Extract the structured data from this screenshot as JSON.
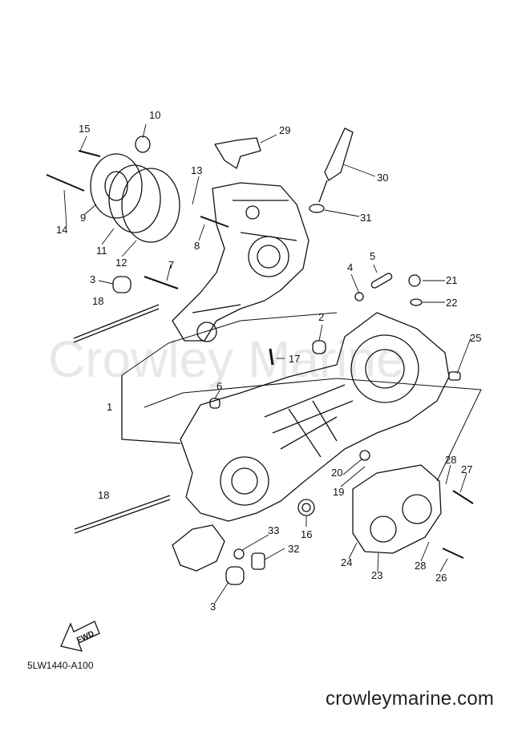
{
  "watermark": "Crowley Marine",
  "diagram_code": "5LW1440-A100",
  "site": "crowleymarine.com",
  "fwd_label": "FWD",
  "callouts": [
    {
      "id": "10"
    },
    {
      "id": "15"
    },
    {
      "id": "29"
    },
    {
      "id": "13"
    },
    {
      "id": "30"
    },
    {
      "id": "14"
    },
    {
      "id": "9"
    },
    {
      "id": "11"
    },
    {
      "id": "12"
    },
    {
      "id": "8"
    },
    {
      "id": "31"
    },
    {
      "id": "7"
    },
    {
      "id": "3"
    },
    {
      "id": "5"
    },
    {
      "id": "4"
    },
    {
      "id": "21"
    },
    {
      "id": "22"
    },
    {
      "id": "18"
    },
    {
      "id": "2"
    },
    {
      "id": "17"
    },
    {
      "id": "25"
    },
    {
      "id": "1"
    },
    {
      "id": "6"
    },
    {
      "id": "20"
    },
    {
      "id": "28"
    },
    {
      "id": "27"
    },
    {
      "id": "19"
    },
    {
      "id": "18"
    },
    {
      "id": "16"
    },
    {
      "id": "33"
    },
    {
      "id": "32"
    },
    {
      "id": "24"
    },
    {
      "id": "23"
    },
    {
      "id": "28"
    },
    {
      "id": "26"
    },
    {
      "id": "3"
    }
  ]
}
